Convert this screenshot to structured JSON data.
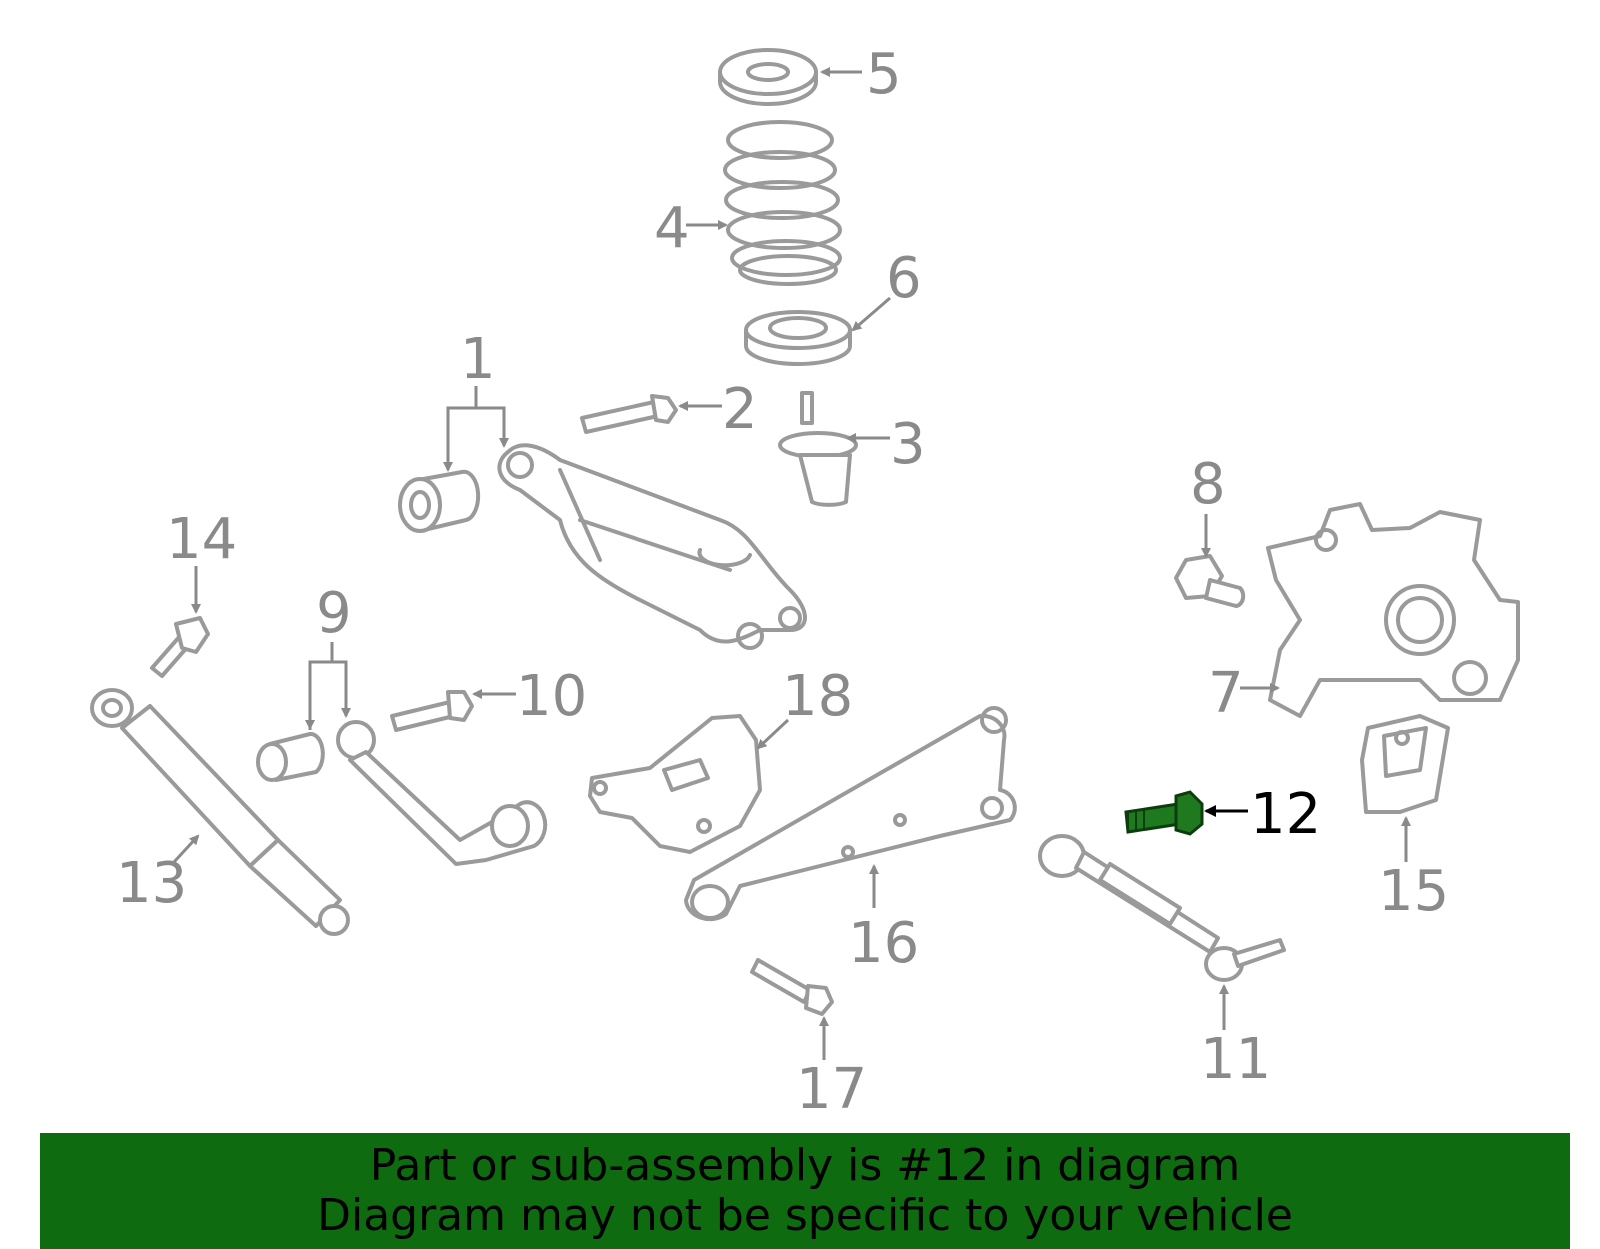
{
  "callouts": {
    "c1": "1",
    "c2": "2",
    "c3": "3",
    "c4": "4",
    "c5": "5",
    "c6": "6",
    "c7": "7",
    "c8": "8",
    "c9": "9",
    "c10": "10",
    "c11": "11",
    "c12": "12",
    "c13": "13",
    "c14": "14",
    "c15": "15",
    "c16": "16",
    "c17": "17",
    "c18": "18"
  },
  "banner": {
    "line1": "Part or sub-assembly is #12 in diagram",
    "line2": "Diagram may not be specific to your vehicle"
  },
  "colors": {
    "banner_bg": "#0f6b0f",
    "highlight_part": "#1f7a1f",
    "part_stroke": "#9a9a9a",
    "label_gray": "#8a8a8a",
    "label_active": "#000000"
  },
  "highlighted_part": "12"
}
